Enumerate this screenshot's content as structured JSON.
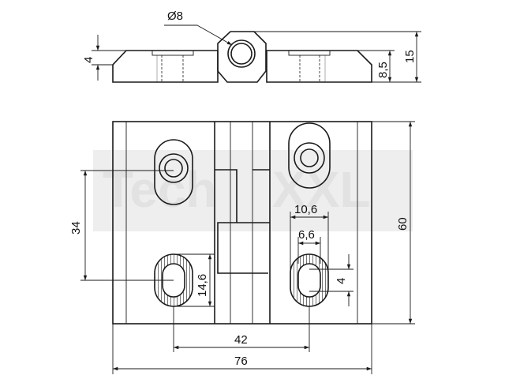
{
  "watermark": {
    "prefix": "Tech",
    "suffix": "XXL",
    "color": "#e0e0e0"
  },
  "dimensions": {
    "diameter": "Ø8",
    "plate_thickness": "4",
    "knuckle_height": "8,5",
    "total_height": "15",
    "total_length": "60",
    "hole_pitch_vertical": "34",
    "slot_length": "14,6",
    "counterbore_width": "10,6",
    "slot_width": "6,6",
    "slot_offset": "4",
    "hole_pitch_horizontal": "42",
    "total_width": "76"
  },
  "colors": {
    "line": "#1a1a1a",
    "background": "#ffffff"
  }
}
